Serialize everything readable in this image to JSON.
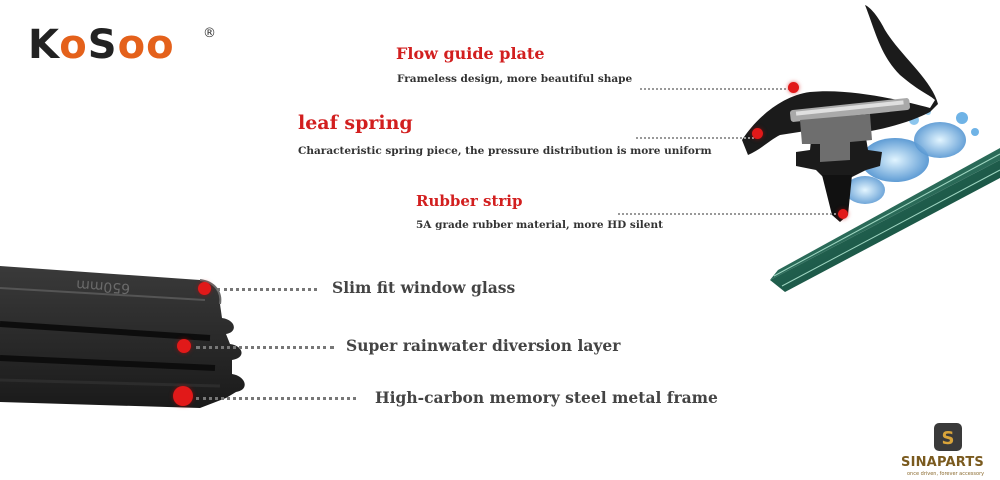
{
  "logo": {
    "text_k": "K",
    "text_o1": "o",
    "text_s": "S",
    "text_o2": "o",
    "text_o3": "o",
    "reg": "®"
  },
  "callouts": [
    {
      "title": "Flow guide plate",
      "desc": "Frameless design, more beautiful shape"
    },
    {
      "title": "leaf spring",
      "desc": "Characteristic spring piece, the pressure distribution is more uniform"
    },
    {
      "title": "Rubber strip",
      "desc": "5A grade rubber material, more HD silent"
    }
  ],
  "features": [
    "Slim fit window glass",
    "Super rainwater diversion layer",
    "High-carbon memory steel metal frame"
  ],
  "blade_imprint": "650mm",
  "watermark": {
    "name": "SINAPARTS",
    "tagline": "once driven, forever accessory",
    "icon": "s-badge-icon"
  },
  "colors": {
    "accent_red": "#d21f1f",
    "logo_orange": "#e4611b",
    "brand_gold": "#b8862e"
  }
}
